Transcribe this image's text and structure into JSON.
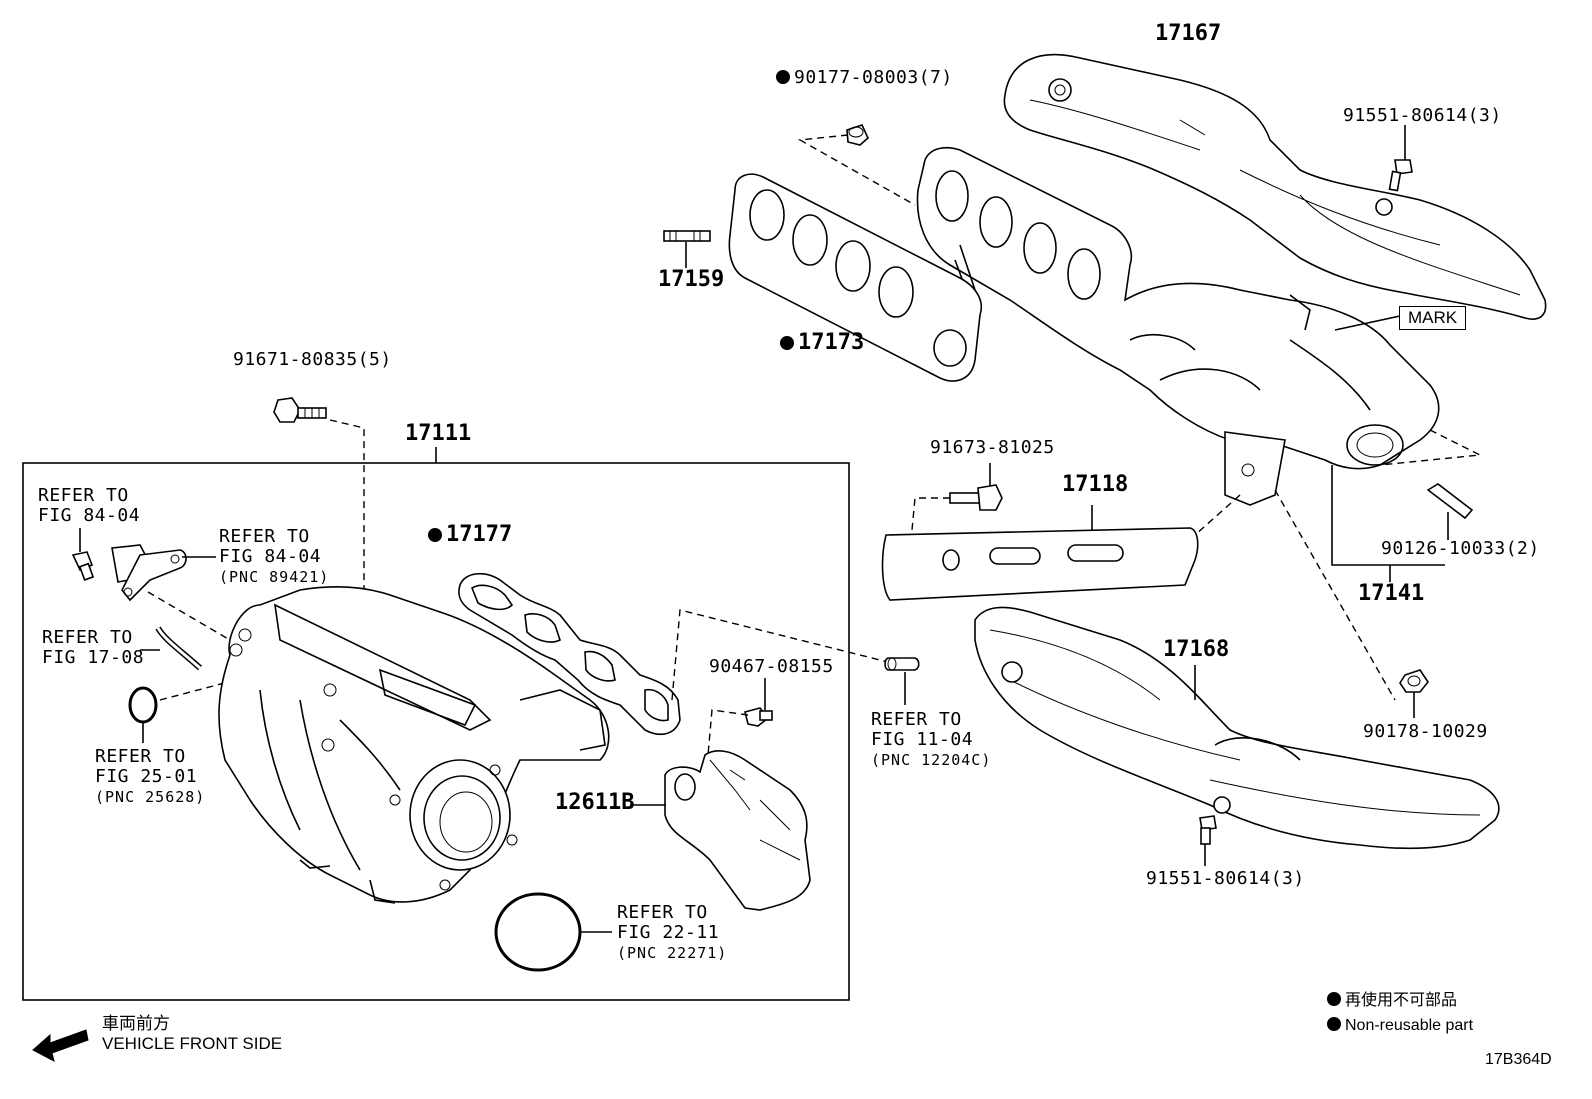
{
  "diagram_code": "17B364D",
  "legend": {
    "japanese": "再使用不可部品",
    "english": "Non-reusable part"
  },
  "direction": {
    "japanese": "車両前方",
    "english": "VEHICLE FRONT SIDE"
  },
  "mark_label": "MARK",
  "callouts": {
    "p17167": "17167",
    "p90177": "90177-08003(7)",
    "p91551_top": "91551-80614(3)",
    "p17159": "17159",
    "p17173": "17173",
    "p91671": "91671-80835(5)",
    "p17111": "17111",
    "p91673": "91673-81025",
    "p17118": "17118",
    "p17177": "17177",
    "p90126": "90126-10033(2)",
    "p17141": "17141",
    "p17168": "17168",
    "p90467": "90467-08155",
    "p90178": "90178-10029",
    "p12611B": "12611B",
    "p91551_bottom": "91551-80614(3)"
  },
  "references": {
    "r8404a_line1": "REFER TO",
    "r8404a_line2": "FIG 84-04",
    "r8404b_line1": "REFER TO",
    "r8404b_line2": "FIG 84-04",
    "r8404b_pnc": "(PNC 89421)",
    "r1708_line1": "REFER TO",
    "r1708_line2": "FIG 17-08",
    "r2501_line1": "REFER TO",
    "r2501_line2": "FIG 25-01",
    "r2501_pnc": "(PNC 25628)",
    "r1104_line1": "REFER TO",
    "r1104_line2": "FIG 11-04",
    "r1104_pnc": "(PNC 12204C)",
    "r2211_line1": "REFER TO",
    "r2211_line2": "FIG 22-11",
    "r2211_pnc": "(PNC 22271)"
  }
}
